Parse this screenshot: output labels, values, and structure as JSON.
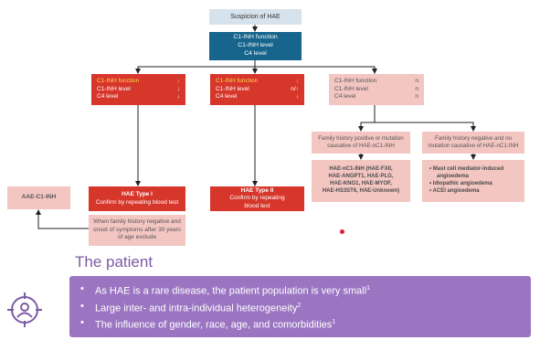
{
  "flow": {
    "suspicion": "Suspicion of HAE",
    "c1": {
      "l1": "C1-INH function",
      "l2": "C1-INH level",
      "l3": "C4 level"
    },
    "type1_criteria": {
      "l1": "C1-INH function",
      "v1": "↓",
      "l2": "C1-INH level",
      "v2": "↓",
      "l3": "C4 level",
      "v3": "↓"
    },
    "type2_criteria": {
      "l1": "C1-INH function",
      "v1": "↓",
      "l2": "C1-INH level",
      "v2": "n/↑",
      "l3": "C4 level",
      "v3": "↓"
    },
    "normal_criteria": {
      "l1": "C1-INH function",
      "v1": "n",
      "l2": "C1-INH level",
      "v2": "n",
      "l3": "C4 level",
      "v3": "n"
    },
    "fh_positive": {
      "l1": "Family history positive or mutation",
      "l2": "causative of HAE-nC1-INH"
    },
    "fh_negative": {
      "l1": "Family history negative and no",
      "l2": "mutation causative of HAE-nC1-INH"
    },
    "hae_nc1": {
      "l1": "HAE-nC1-INH (HAE-FXII,",
      "l2": "HAE-ANGPT1, HAE-PLG,",
      "l3": "HAE-KNG1, HAE-MYOF,",
      "l4": "HAE-HS3ST6, HAE-Unknown)"
    },
    "other_ae": {
      "i1": "Mast cell mediator-induced",
      "i1b": "angioedema",
      "i2": "Idiopathic angioedema",
      "i3": "ACEI angioedema"
    },
    "aae": "AAE-C1-INH",
    "hae_type1": {
      "title": "HAE Type I",
      "sub": "Confirm by repeating blood test"
    },
    "hae_type2": {
      "title": "HAE Type II",
      "sub1": "Confirm by repeating",
      "sub2": "blood test"
    },
    "exclusion": {
      "l1": "When family history negative and",
      "l2": "onset of symptoms after 30 years",
      "l3": "of age exclude"
    }
  },
  "patient": {
    "title": "The patient",
    "icon": "target-person-icon",
    "bullets": [
      {
        "text": "As HAE is a rare disease, the patient population is very small",
        "ref": "1"
      },
      {
        "text": "Large inter- and intra-individual heterogeneity",
        "ref": "2"
      },
      {
        "text": "The influence of gender, race, age, and comorbidities",
        "ref": "1"
      }
    ]
  },
  "colors": {
    "navy": "#17658c",
    "red": "#d7362b",
    "pink": "#f3c6c2",
    "purple": "#9b75c2",
    "arrow": "#222222"
  }
}
